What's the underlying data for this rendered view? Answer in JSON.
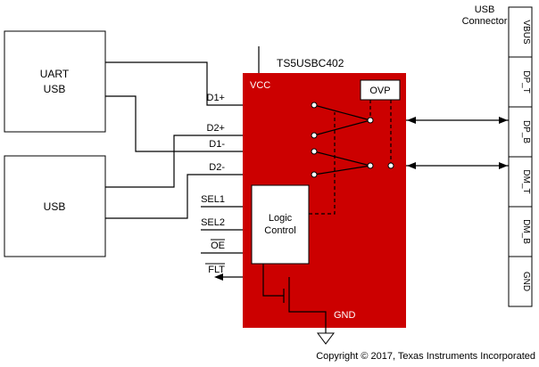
{
  "colors": {
    "block_red": "#CC0000"
  },
  "title": "TS5USBC402",
  "copyright": "Copyright © 2017, Texas Instruments Incorporated",
  "left_blocks": {
    "uart_usb": {
      "line1": "UART",
      "line2": "USB"
    },
    "usb": {
      "label": "USB"
    }
  },
  "ic": {
    "vcc": "VCC",
    "gnd": "GND",
    "ovp": "OVP",
    "logic": {
      "line1": "Logic",
      "line2": "Control"
    }
  },
  "pins": {
    "d1p": "D1+",
    "d2p": "D2+",
    "d1m": "D1-",
    "d2m": "D2-",
    "sel1": "SEL1",
    "sel2": "SEL2",
    "oe": "OE",
    "flt": "FLT"
  },
  "connector": {
    "title_line1": "USB",
    "title_line2": "Connector",
    "pins": [
      "VBUS",
      "DP_T",
      "DP_B",
      "DM_T",
      "DM_B",
      "GND"
    ]
  }
}
